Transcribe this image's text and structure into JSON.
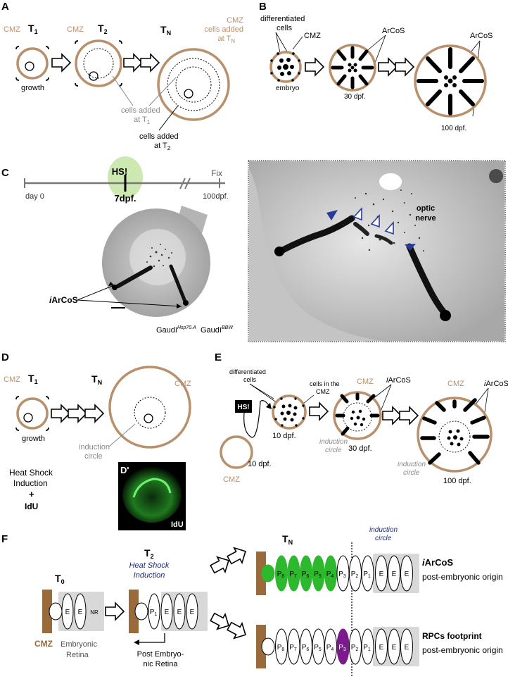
{
  "panels": {
    "a": "A",
    "b": "B",
    "c": "C",
    "d": "D",
    "dprime": "D'",
    "e": "E",
    "f": "F"
  },
  "colors": {
    "cmz": "#b8906b",
    "cmz_text": "#b8906b",
    "gray_text": "#8a8a8a",
    "green": "#2eb82e",
    "purple": "#7a1a8c",
    "navy": "#1a2a7a",
    "box_gray": "#d8d8d8",
    "green_halo": "#cde8b0"
  },
  "a": {
    "cmz": "CMZ",
    "t1": "T",
    "t1_sub": "1",
    "t2": "T",
    "t2_sub": "2",
    "tn": "T",
    "tn_sub": "N",
    "cmz_added_1": "CMZ",
    "cmz_added_2": "cells added",
    "cmz_added_3": "at T",
    "cmz_added_3_sub": "N",
    "growth": "growth",
    "cells_t1_1": "cells added",
    "cells_t1_2": "at T",
    "cells_t1_sub": "1",
    "cells_t2_1": "cells added",
    "cells_t2_2": "at T",
    "cells_t2_sub": "2"
  },
  "b": {
    "diff1": "differentiated",
    "diff2": "cells",
    "cmz": "CMZ",
    "arcos1": "ArCoS",
    "arcos2": "ArCoS",
    "embryo": "embryo",
    "d30": "30 dpf.",
    "d100": "100 dpf."
  },
  "c": {
    "hs": "HS!",
    "d7": "7dpf.",
    "fix": "Fix",
    "day0": "day 0",
    "d100": "100dpf.",
    "iarcos_i": "i",
    "iarcos": "ArCoS",
    "gaudi1": "Gaudí",
    "gaudi1_sup": "Hsp70.A",
    "gaudi2": "Gaudí",
    "gaudi2_sup": "BBW",
    "optic1": "optic",
    "optic2": "nerve"
  },
  "d": {
    "cmz": "CMZ",
    "cmz2": "CMZ",
    "t1": "T",
    "t1_sub": "1",
    "tn": "T",
    "tn_sub": "N",
    "growth": "growth",
    "induction1": "induction",
    "induction2": "circle",
    "heat1": "Heat Shock",
    "heat2": "Induction",
    "plus": "+",
    "idu": "IdU",
    "idu_img": "IdU"
  },
  "e": {
    "hs": "HS!",
    "diff1": "differentiated",
    "diff2": "cells",
    "cmz_cells1": "cells in the",
    "cmz_cells2": "CMZ",
    "cmz_a": "CMZ",
    "cmz_b": "CMZ",
    "cmz_c": "CMZ",
    "iarcos_a": "ArCoS",
    "iarcos_b": "ArCoS",
    "i": "i",
    "d10a": "10 dpf.",
    "d10b": "10 dpf.",
    "d30": "30 dpf.",
    "d100": "100 dpf.",
    "ind1": "induction",
    "ind2": "circle",
    "ind3": "induction",
    "ind4": "circle"
  },
  "f": {
    "t0": "T",
    "t0_sub": "0",
    "t2": "T",
    "t2_sub": "2",
    "tn": "T",
    "tn_sub": "N",
    "hs1": "Heat Shock",
    "hs2": "Induction",
    "e": "E",
    "nr": "NR",
    "cmz": "CMZ",
    "emb1": "Embryonic",
    "emb2": "Retina",
    "post1": "Post Embryo-",
    "post2": "nic Retina",
    "induction1": "induction",
    "induction2": "circle",
    "iarcos_i": "i",
    "iarcos": "ArCoS",
    "iarcos_sub": "post-embryonic origin",
    "rpc": "RPCs footprint",
    "rpc_sub": "post-embryonic origin",
    "p": "P",
    "row_top": [
      "8",
      "7",
      "6",
      "5",
      "4",
      "3",
      "2",
      "1"
    ],
    "row_bot": [
      "8",
      "7",
      "6",
      "5",
      "4",
      "3",
      "2",
      "1"
    ],
    "p1": "1"
  }
}
